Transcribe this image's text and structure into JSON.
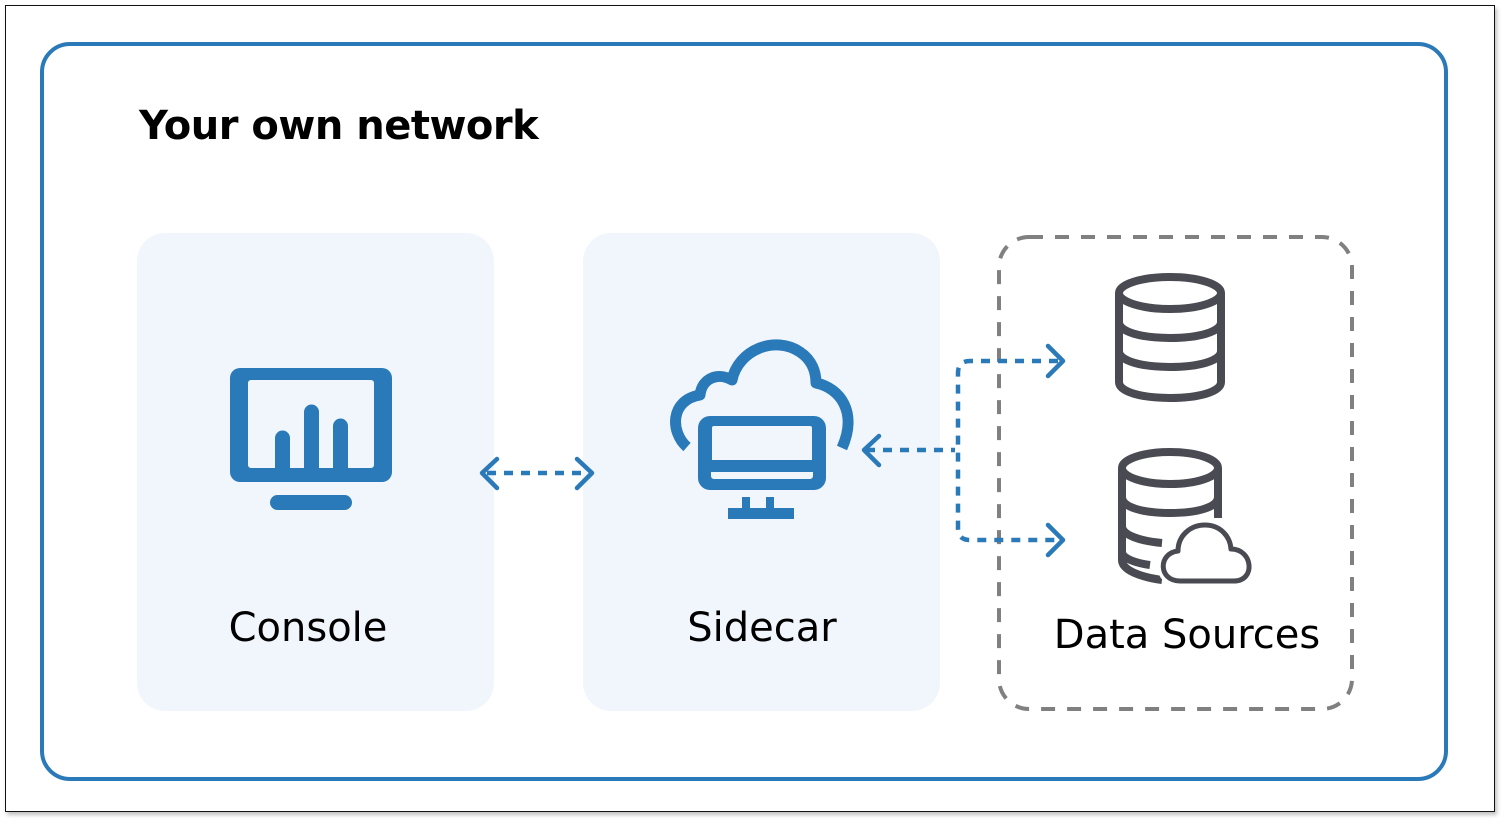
{
  "diagram": {
    "title": "Your own network",
    "colors": {
      "accent_blue": "#2a7ab9",
      "card_background": "#f1f6fd",
      "database_gray": "#4a4a52",
      "dashed_border_gray": "#808080",
      "frame_border": "#111111"
    },
    "nodes": [
      {
        "id": "console",
        "label": "Console",
        "icon": "monitor-bar-chart-icon"
      },
      {
        "id": "sidecar",
        "label": "Sidecar",
        "icon": "cloud-monitor-icon"
      },
      {
        "id": "data_sources",
        "label": "Data Sources",
        "icons": [
          "database-icon",
          "cloud-database-icon"
        ]
      }
    ],
    "connections": [
      {
        "from": "console",
        "to": "sidecar",
        "style": "dashed",
        "direction": "bidirectional"
      },
      {
        "from": "sidecar",
        "to": "database",
        "style": "dashed",
        "direction": "bidirectional"
      },
      {
        "from": "sidecar",
        "to": "cloud-database",
        "style": "dashed",
        "direction": "bidirectional"
      }
    ]
  }
}
